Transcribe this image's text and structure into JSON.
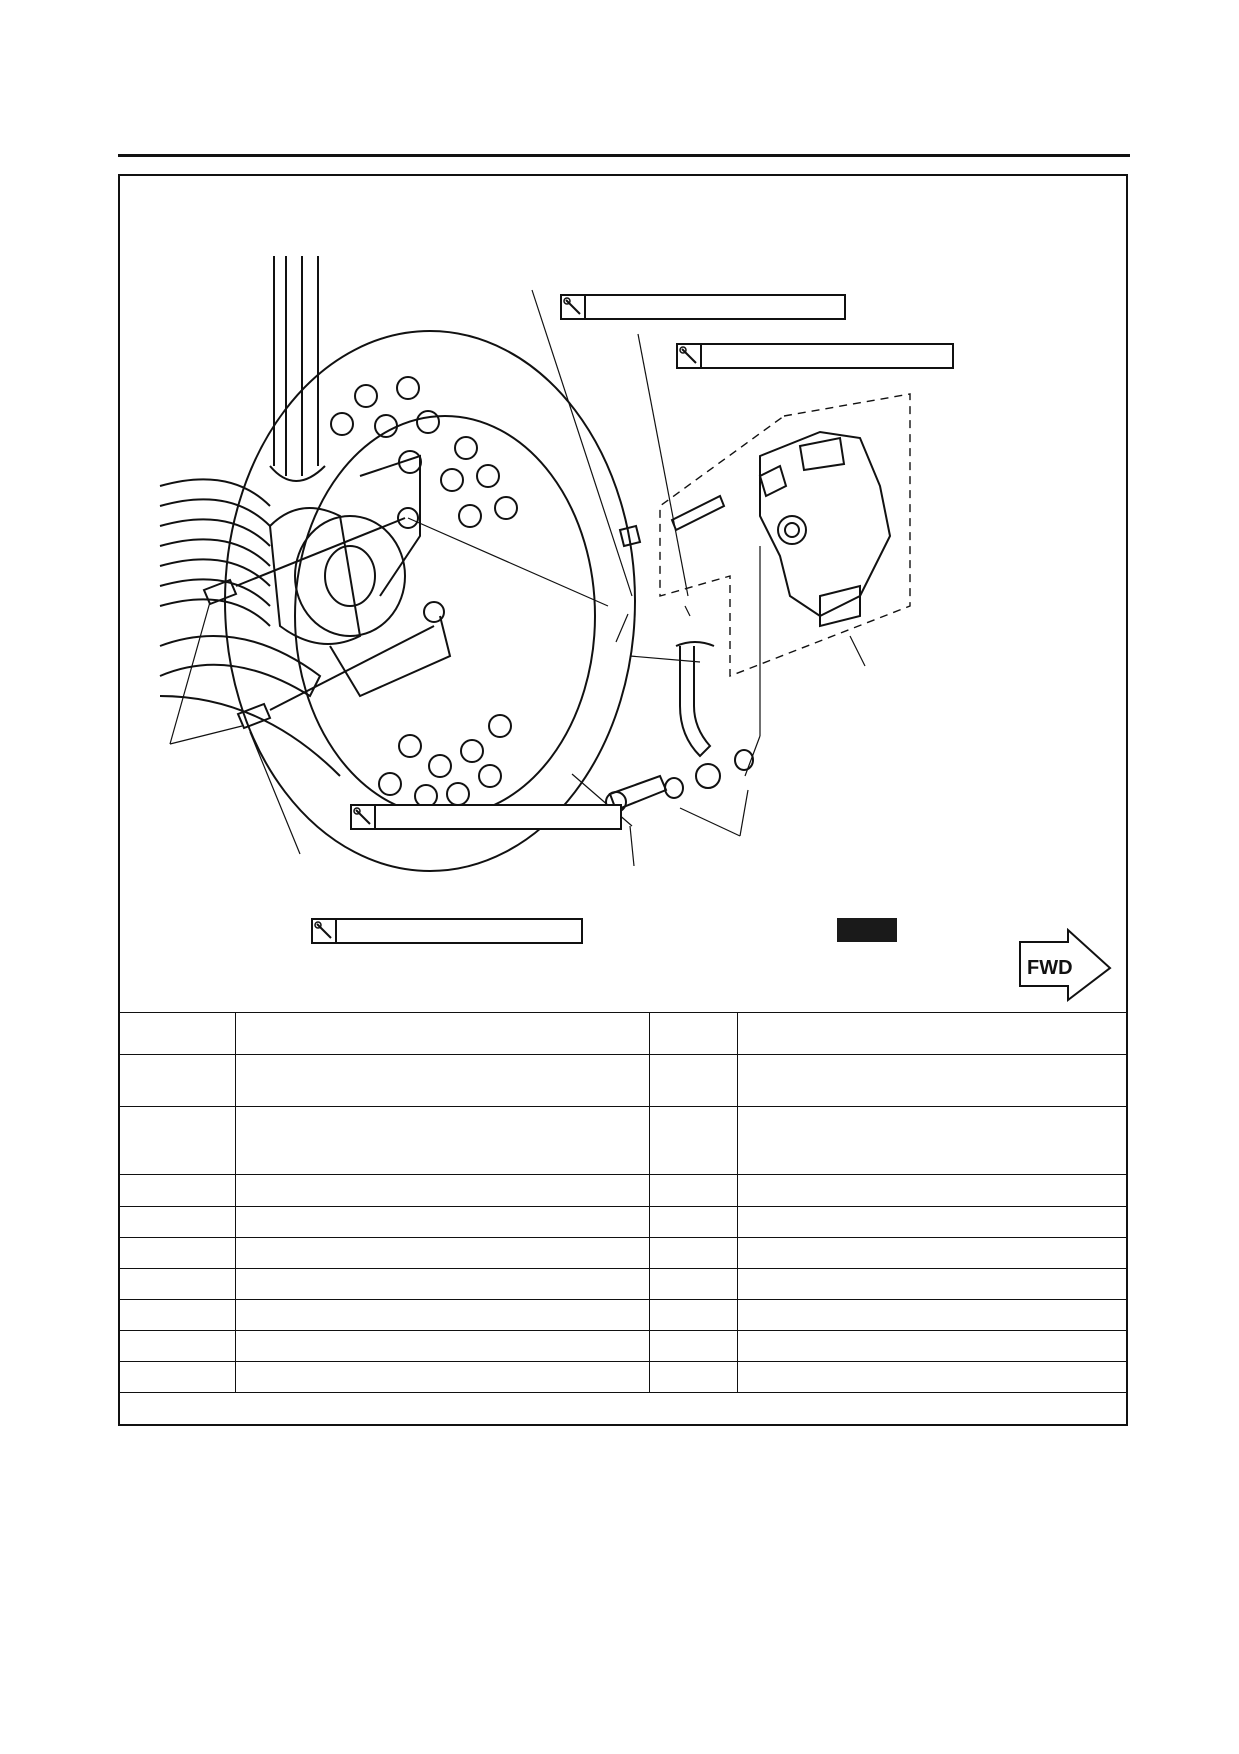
{
  "torque_specs": [
    {
      "id": "spec-top-1",
      "value": ""
    },
    {
      "id": "spec-top-2",
      "value": ""
    },
    {
      "id": "spec-union-bolt",
      "value": ""
    },
    {
      "id": "spec-caliper-bolt",
      "value": ""
    }
  ],
  "new_badge": "",
  "fwd_label": "FWD",
  "icons": [
    "wrench-torque-icon",
    "fwd-arrow-icon"
  ],
  "table": {
    "rows": [
      [
        "",
        "",
        "",
        ""
      ],
      [
        "",
        "",
        "",
        ""
      ],
      [
        "",
        "",
        "",
        ""
      ],
      [
        "",
        "",
        "",
        ""
      ],
      [
        "",
        "",
        "",
        ""
      ],
      [
        "",
        "",
        "",
        ""
      ],
      [
        "",
        "",
        "",
        ""
      ],
      [
        "",
        "",
        "",
        ""
      ],
      [
        "",
        "",
        "",
        ""
      ],
      [
        "",
        "",
        "",
        ""
      ]
    ]
  }
}
